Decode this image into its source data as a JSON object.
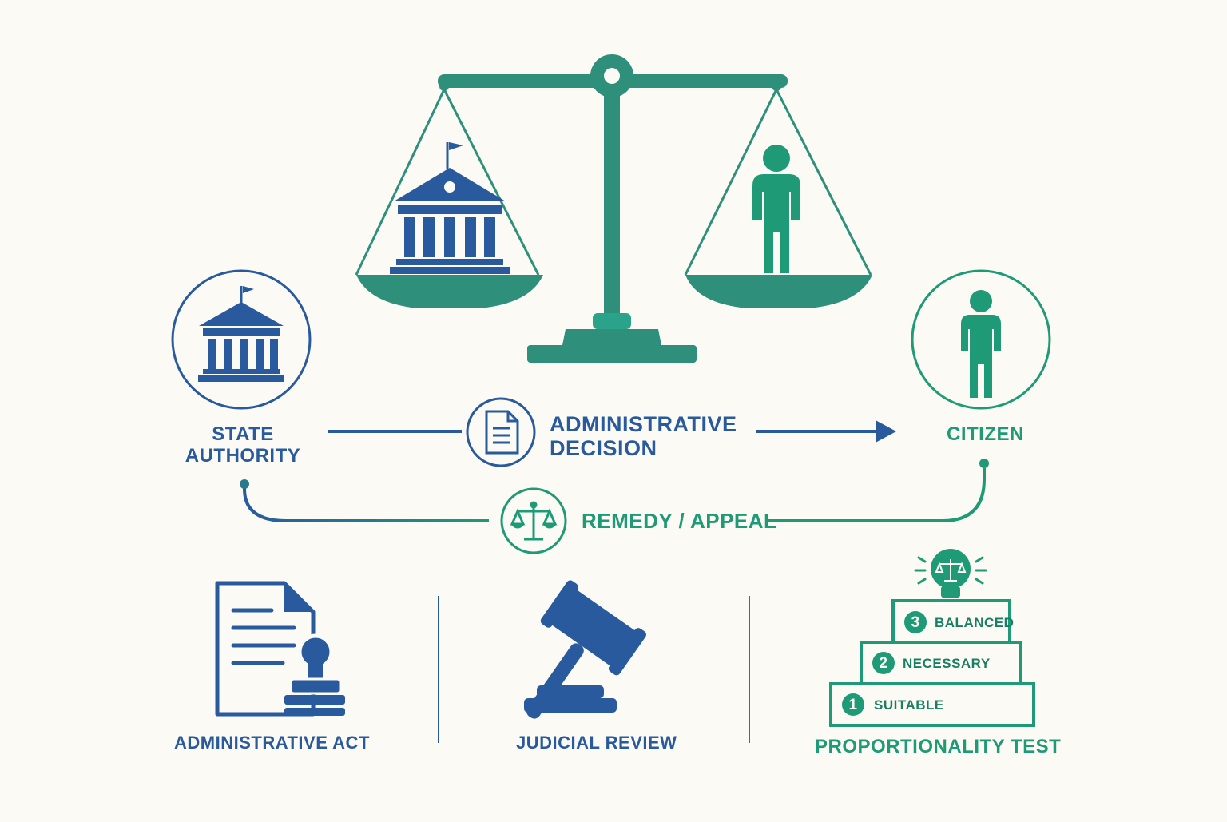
{
  "colors": {
    "blue": "#2a5a9e",
    "green": "#1f9a76",
    "teal": "#2e8f7a",
    "background": "#fbfaf4"
  },
  "top_scale": {
    "left_pan_icon": "government-building-icon",
    "right_pan_icon": "person-icon"
  },
  "state_authority": {
    "line1": "STATE",
    "line2": "AUTHORITY",
    "icon": "government-building-icon"
  },
  "citizen": {
    "label": "CITIZEN",
    "icon": "person-icon"
  },
  "decision_flow": {
    "line1": "ADMINISTRATIVE",
    "line2": "DECISION",
    "icon": "document-icon"
  },
  "remedy_flow": {
    "label": "REMEDY / APPEAL",
    "icon": "scales-icon"
  },
  "bottom": {
    "admin_act": {
      "label": "ADMINISTRATIVE ACT",
      "icon": "document-stamp-icon"
    },
    "judicial_review": {
      "label": "JUDICIAL REVIEW",
      "icon": "gavel-icon"
    },
    "proportionality": {
      "label": "PROPORTIONALITY TEST",
      "icon": "balanced-scale-bulb-icon",
      "steps": [
        {
          "number": "3",
          "label": "BALANCED"
        },
        {
          "number": "2",
          "label": "NECESSARY"
        },
        {
          "number": "1",
          "label": "SUITABLE"
        }
      ]
    }
  }
}
